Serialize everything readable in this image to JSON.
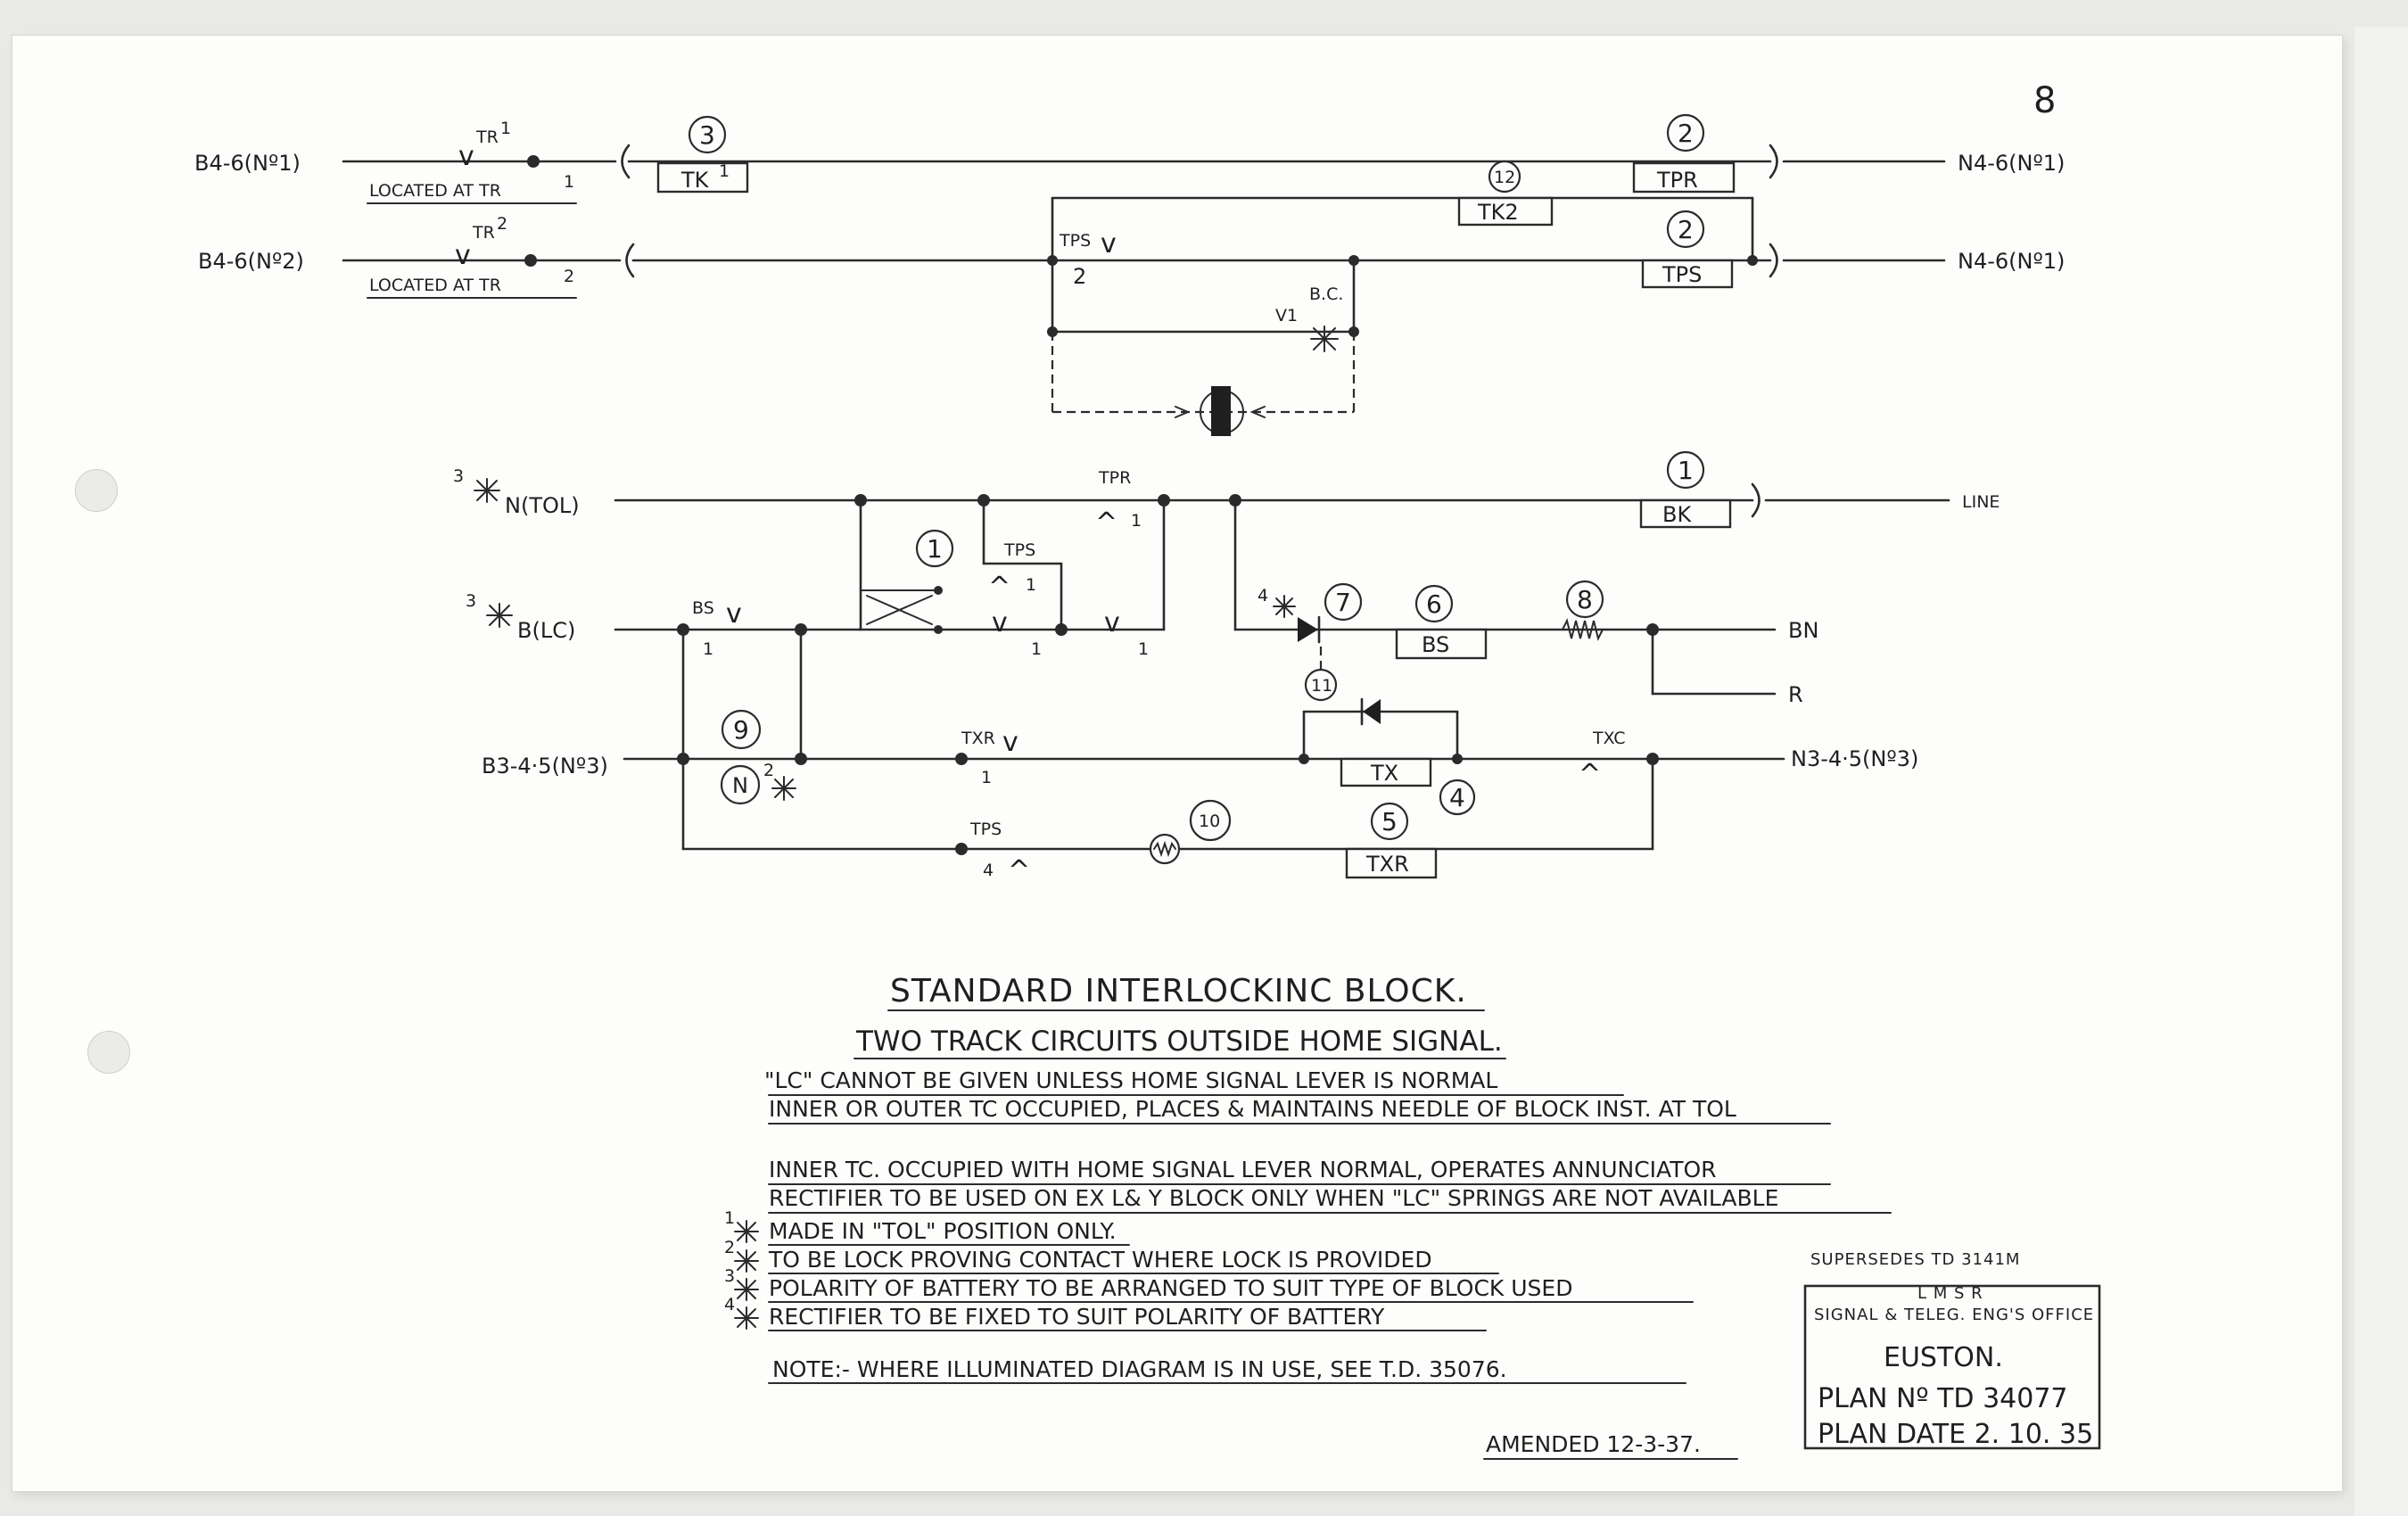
{
  "page_number": "8",
  "track_circuits": {
    "row1_left": "B4-6(Nº1)",
    "row1_right": "N4-6(Nº1)",
    "row2_left": "B4-6(Nº2)",
    "row2_right": "N4-6(Nº1)",
    "tr1_contact": "TR",
    "tr1_sup": "1",
    "tr2_contact": "TR",
    "tr2_sup": "2",
    "located_tr1": "LOCATED AT TR",
    "located_tr1_sup": "1",
    "located_tr2": "LOCATED AT TR",
    "located_tr2_sup": "2",
    "tps_contact": "TPS",
    "tps_num": "2",
    "bc_label": "B.C.",
    "v1_label": "V1"
  },
  "block_circuit": {
    "n_tol": "N(TOL)",
    "n_tol_note": "3",
    "b_lc": "B(LC)",
    "b_lc_note": "3",
    "b3_left": "B3-4·5(Nº3)",
    "line": "LINE",
    "bn": "BN",
    "r": "R",
    "n3_right": "N3-4·5(Nº3)",
    "tpr_contact": "TPR",
    "tps_contact": "TPS",
    "bs_contact": "BS",
    "txr_contact": "TXR",
    "tps_lower": "TPS",
    "txc_contact": "TXC",
    "rect_note": "4",
    "n_contact": "N",
    "n_note": "2",
    "contact_num_1": "1",
    "contact_num_4": "4"
  },
  "components": {
    "tk1": "TK",
    "tk1_sup": "1",
    "tpr": "TPR",
    "tk2": "TK2",
    "tps": "TPS",
    "bk": "BK",
    "bs": "BS",
    "tx": "TX",
    "txr": "TXR"
  },
  "markers": {
    "m1": "1",
    "m2": "2",
    "m3": "3",
    "m4": "4",
    "m5": "5",
    "m6": "6",
    "m7": "7",
    "m8": "8",
    "m9": "9",
    "m10": "10",
    "m11": "11",
    "m12": "12"
  },
  "title": "STANDARD INTERLOCKINC BLOCK.",
  "subtitle": "TWO TRACK CIRCUITS OUTSIDE HOME SIGNAL.",
  "notes": [
    "\"LC\" CANNOT BE GIVEN UNLESS HOME SIGNAL LEVER IS NORMAL",
    "INNER OR OUTER TC OCCUPIED, PLACES & MAINTAINS NEEDLE OF BLOCK INST. AT TOL",
    "INNER TC. OCCUPIED WITH HOME SIGNAL LEVER NORMAL, OPERATES ANNUNCIATOR",
    "RECTIFIER TO BE USED ON EX L& Y BLOCK ONLY WHEN \"LC\" SPRINGS ARE NOT AVAILABLE"
  ],
  "footnotes": [
    {
      "num": "1",
      "text": "MADE IN \"TOL\" POSITION ONLY."
    },
    {
      "num": "2",
      "text": "TO BE LOCK PROVING CONTACT WHERE LOCK IS PROVIDED"
    },
    {
      "num": "3",
      "text": "POLARITY OF BATTERY TO BE ARRANGED TO SUIT TYPE OF BLOCK USED"
    },
    {
      "num": "4",
      "text": "RECTIFIER TO BE FIXED TO SUIT POLARITY OF BATTERY"
    }
  ],
  "note_illuminated": "NOTE:- WHERE ILLUMINATED DIAGRAM IS IN USE, SEE T.D. 35076.",
  "amended": "AMENDED 12-3-37.",
  "stamp": {
    "supersedes": "SUPERSEDES TD 3141M",
    "company": "L M S R",
    "office": "SIGNAL & TELEG. ENG'S OFFICE",
    "location": "EUSTON.",
    "plan_no": "PLAN Nº TD 34077",
    "plan_date": "PLAN DATE 2. 10. 35"
  }
}
